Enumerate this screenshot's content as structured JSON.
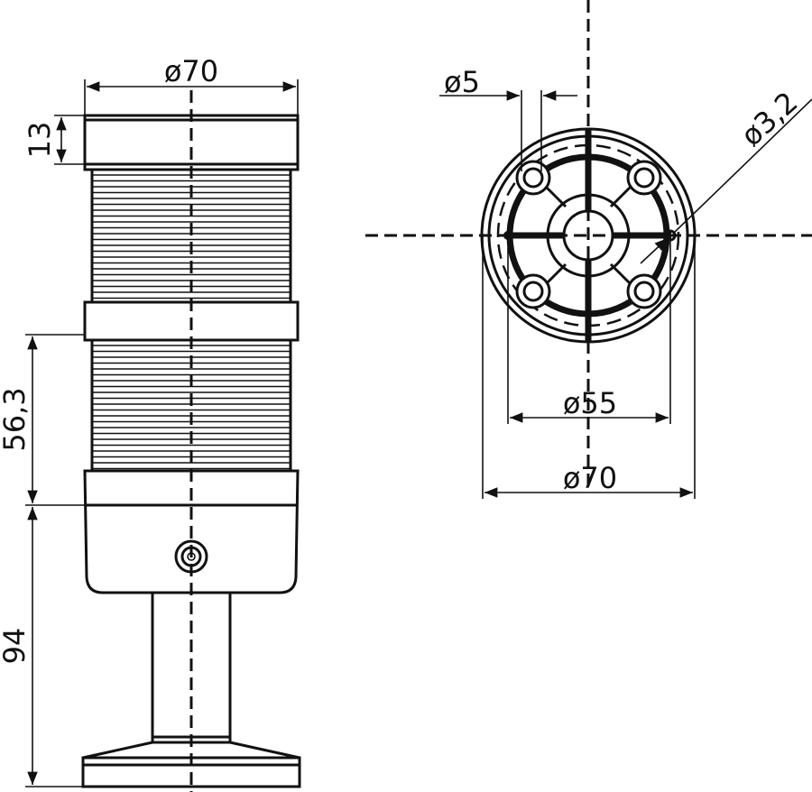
{
  "side_view": {
    "dim_width": "ø70",
    "dim_cap_height": "13",
    "dim_module_height": "56,3",
    "dim_base_height": "94"
  },
  "top_view": {
    "dim_hole": "ø5",
    "dim_small_hole": "ø3,2",
    "dim_bolt_circle": "ø55",
    "dim_outer": "ø70"
  },
  "colors": {
    "line": "#111111",
    "background": "#ffffff"
  }
}
